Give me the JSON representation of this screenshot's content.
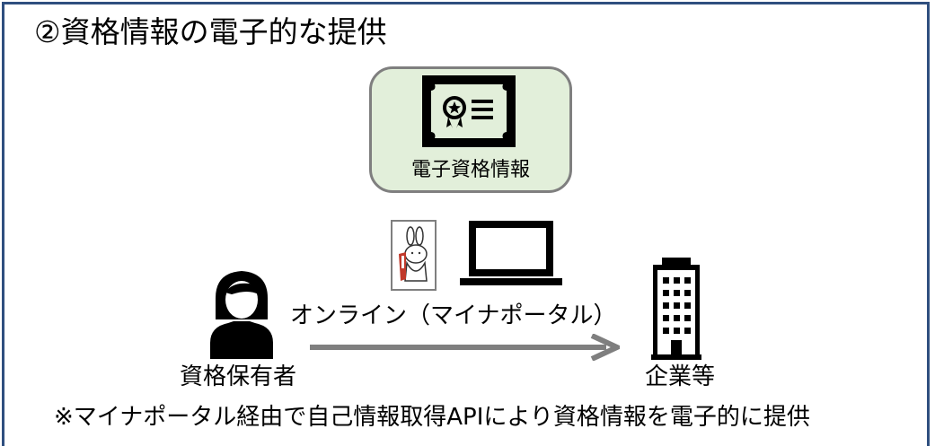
{
  "title": "②資格情報の電子的な提供",
  "certificate": {
    "label": "電子資格情報",
    "icon": "certificate-icon"
  },
  "mascot": {
    "icon": "mynaportal-mascot-icon"
  },
  "laptop": {
    "icon": "laptop-icon"
  },
  "holder": {
    "label": "資格保有者",
    "icon": "person-icon"
  },
  "company": {
    "label": "企業等",
    "icon": "building-icon"
  },
  "channel": {
    "label": "オンライン（マイナポータル）"
  },
  "footnote": "※マイナポータル経由で自己情報取得APIにより資格情報を電子的に提供",
  "colors": {
    "frame": "#2f4f7f",
    "cert_box_fill": "#e2efda",
    "cert_box_border": "#7f7f7f",
    "arrow": "#7f7f7f",
    "icon": "#000000"
  }
}
